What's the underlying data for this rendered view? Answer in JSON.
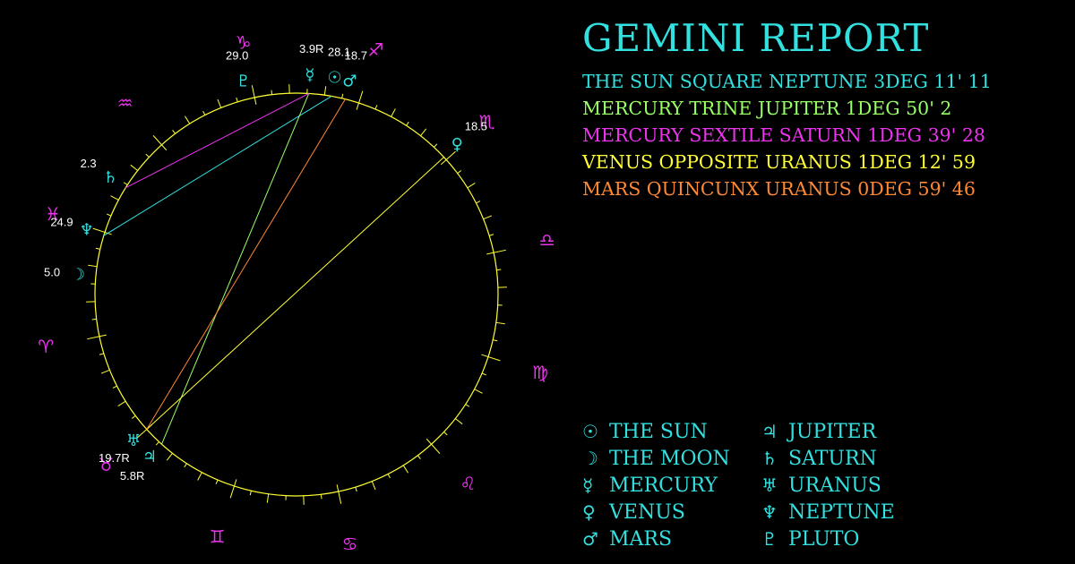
{
  "colors": {
    "background": "#000000",
    "title": "#33e0e0",
    "circle": "#ffff33",
    "planet": "#33e0e0",
    "sign": "#ee33ee",
    "degree_label": "#ffffff",
    "legend": "#33e0e0"
  },
  "title": "GEMINI REPORT",
  "aspects": [
    {
      "text": "THE SUN SQUARE NEPTUNE 3DEG 11' 11",
      "color": "#33e0e0"
    },
    {
      "text": "MERCURY TRINE JUPITER 1DEG 50' 2",
      "color": "#99ff66"
    },
    {
      "text": "MERCURY SEXTILE SATURN 1DEG 39' 28",
      "color": "#ee33ee"
    },
    {
      "text": "VENUS OPPOSITE URANUS 1DEG 12' 59",
      "color": "#ffff33"
    },
    {
      "text": "MARS QUINCUNX URANUS 0DEG 59' 46",
      "color": "#ff8833"
    }
  ],
  "legend": [
    {
      "glyph": "☉",
      "label": "THE SUN"
    },
    {
      "glyph": "☽",
      "label": "THE MOON"
    },
    {
      "glyph": "☿",
      "label": "MERCURY"
    },
    {
      "glyph": "♀",
      "label": "VENUS"
    },
    {
      "glyph": "♂",
      "label": "MARS"
    },
    {
      "glyph": "♃",
      "label": "JUPITER"
    },
    {
      "glyph": "♄",
      "label": "SATURN"
    },
    {
      "glyph": "♅",
      "label": "URANUS"
    },
    {
      "glyph": "♆",
      "label": "NEPTUNE"
    },
    {
      "glyph": "♇",
      "label": "PLUTO"
    }
  ],
  "wheel": {
    "signs": [
      {
        "name": "aries",
        "glyph": "♈",
        "angle": 192
      },
      {
        "name": "taurus",
        "glyph": "♉",
        "angle": 222
      },
      {
        "name": "gemini",
        "glyph": "♊",
        "angle": 252
      },
      {
        "name": "cancer",
        "glyph": "♋",
        "angle": 282
      },
      {
        "name": "leo",
        "glyph": "♌",
        "angle": 312
      },
      {
        "name": "virgo",
        "glyph": "♍",
        "angle": 342
      },
      {
        "name": "libra",
        "glyph": "♎",
        "angle": 12
      },
      {
        "name": "scorpio",
        "glyph": "♏",
        "angle": 42
      },
      {
        "name": "sagittarius",
        "glyph": "♐",
        "angle": 72
      },
      {
        "name": "capricorn",
        "glyph": "♑",
        "angle": 102
      },
      {
        "name": "aquarius",
        "glyph": "♒",
        "angle": 132
      },
      {
        "name": "pisces",
        "glyph": "♓",
        "angle": 162
      }
    ],
    "planets": [
      {
        "name": "sun",
        "glyph": "☉",
        "degree": "28.1",
        "angle": 80
      },
      {
        "name": "moon",
        "glyph": "☽",
        "degree": "5.0",
        "angle": 175
      },
      {
        "name": "mercury",
        "glyph": "☿",
        "degree": "3.9R",
        "angle": 86.5
      },
      {
        "name": "venus",
        "glyph": "♀",
        "degree": "18.5",
        "angle": 43
      },
      {
        "name": "mars",
        "glyph": "♂",
        "degree": "18.7",
        "angle": 76
      },
      {
        "name": "jupiter",
        "glyph": "♃",
        "degree": "5.8R",
        "angle": 228
      },
      {
        "name": "saturn",
        "glyph": "♄",
        "degree": "2.3",
        "angle": 148
      },
      {
        "name": "uranus",
        "glyph": "♅",
        "degree": "19.7R",
        "angle": 222
      },
      {
        "name": "neptune",
        "glyph": "♆",
        "degree": "24.9",
        "angle": 163
      },
      {
        "name": "pluto",
        "glyph": "♇",
        "degree": "29.0",
        "angle": 104
      }
    ],
    "aspect_lines": [
      {
        "from": "sun",
        "to": "neptune",
        "color": "#33e0e0"
      },
      {
        "from": "mercury",
        "to": "jupiter",
        "color": "#99ff66"
      },
      {
        "from": "mercury",
        "to": "saturn",
        "color": "#ee33ee"
      },
      {
        "from": "venus",
        "to": "uranus",
        "color": "#ffff33"
      },
      {
        "from": "mars",
        "to": "uranus",
        "color": "#ff8833"
      }
    ]
  }
}
